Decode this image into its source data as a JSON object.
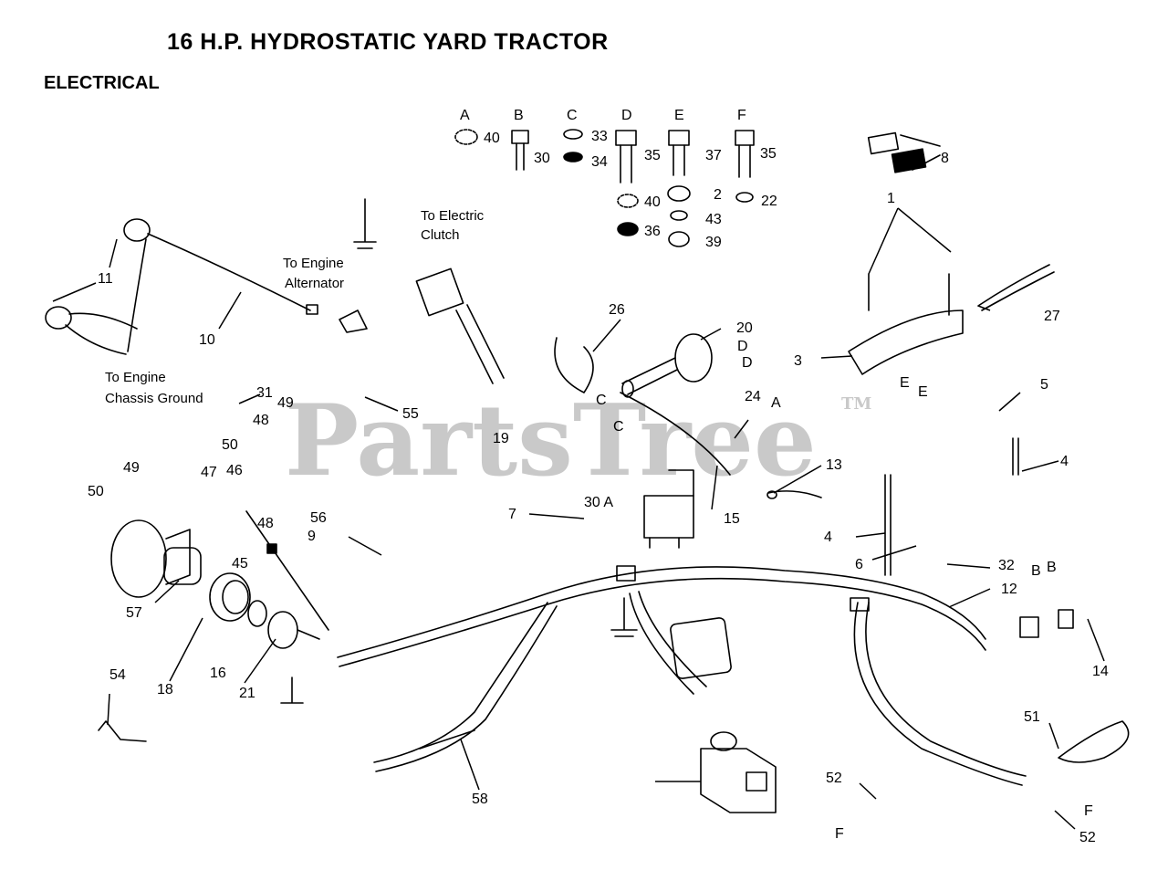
{
  "title": "16 H.P. HYDROSTATIC YARD TRACTOR",
  "section": "ELECTRICAL",
  "watermark": {
    "text": "PartsTree",
    "mark": "TM"
  },
  "hardware": [
    {
      "letter": "A",
      "parts": [
        "40"
      ]
    },
    {
      "letter": "B",
      "parts": [
        "30"
      ]
    },
    {
      "letter": "C",
      "parts": [
        "33",
        "34"
      ]
    },
    {
      "letter": "D",
      "parts": [
        "35",
        "40",
        "36"
      ]
    },
    {
      "letter": "E",
      "parts": [
        "37",
        "2",
        "43",
        "39"
      ]
    },
    {
      "letter": "F",
      "parts": [
        "35",
        "22"
      ]
    }
  ],
  "notes": [
    {
      "id": "elec-clutch",
      "lines": [
        "To Electric",
        "Clutch"
      ]
    },
    {
      "id": "engine-alt",
      "lines": [
        "To Engine",
        "Alternator"
      ]
    },
    {
      "id": "chassis-ground",
      "lines": [
        "To Engine",
        "Chassis Ground"
      ]
    }
  ],
  "callouts": [
    "11",
    "10",
    "31",
    "49",
    "48",
    "50",
    "47",
    "46",
    "48",
    "49",
    "50",
    "45",
    "55",
    "56",
    "9",
    "19",
    "57",
    "18",
    "16",
    "21",
    "54",
    "58",
    "26",
    "20",
    "D",
    "D",
    "C",
    "C",
    "24",
    "A",
    "7",
    "30 A",
    "15",
    "13",
    "1",
    "8",
    "27",
    "3",
    "E",
    "E",
    "5",
    "4",
    "4",
    "6",
    "32",
    "B",
    "B",
    "12",
    "14",
    "51",
    "52",
    "F",
    "F",
    "52"
  ]
}
